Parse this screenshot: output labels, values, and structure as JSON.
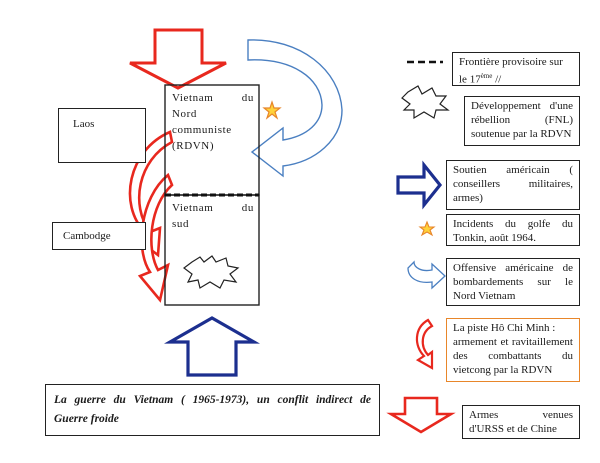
{
  "map": {
    "laos": "Laos",
    "cambodge": "Cambodge",
    "nord_line1": "Vietnam du",
    "nord_line2": "Nord",
    "nord_line3": "communiste",
    "nord_line4": "(RDVN)",
    "sud_line1": "Vietnam du",
    "sud_line2": "sud"
  },
  "caption": {
    "line1": "La guerre du Vietnam ( 1965-1973), un conflit indirect de",
    "line2": "Guerre froide"
  },
  "legend": {
    "frontiere_l1": "Frontière provisoire sur",
    "frontiere_l2_pre": "le 17",
    "frontiere_sup": "ème",
    "frontiere_l2_post": " //",
    "rebellion_l1": "Développement d'une",
    "rebellion_l2": "rébellion (FNL)",
    "rebellion_l3": "soutenue par la RDVN",
    "soutien_l1": "Soutien américain (",
    "soutien_l2": "conseillers militaires,",
    "soutien_l3": "armes)",
    "incidents_l1": "Incidents du golfe du",
    "incidents_l2": "Tonkin, août 1964.",
    "offensive_l1": "Offensive américaine de",
    "offensive_l2": "bombardements sur le",
    "offensive_l3": "Nord Vietnam",
    "piste_l1": "La piste Hô Chi Minh :",
    "piste_l2": "armement et ravitaillement",
    "piste_l3": "des combattants du",
    "piste_l4": "vietcong par la RDVN",
    "armes_l1": "Armes venues",
    "armes_l2": "d'URSS et de Chine"
  },
  "colors": {
    "soviet_red": "#e8281e",
    "us_blue": "#1c2f8f",
    "offensive_blue": "#4a7fc1",
    "star_orange": "#e8862a",
    "piste_border": "#e8862a"
  }
}
